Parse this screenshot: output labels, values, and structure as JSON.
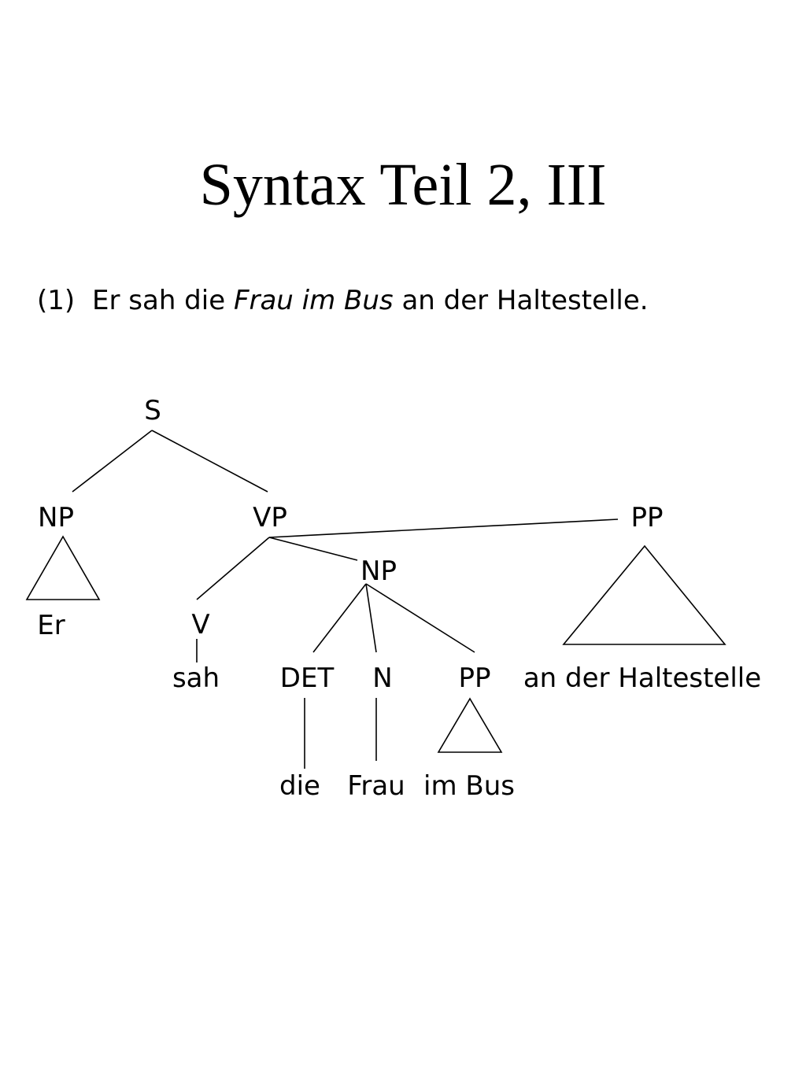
{
  "slide": {
    "title": "Syntax Teil 2, III"
  },
  "example": {
    "number": "(1)",
    "text_before": "Er sah die",
    "text_italic": "Frau im Bus",
    "text_after": "an der Haltestelle."
  },
  "tree": {
    "nodes": {
      "s": "S",
      "np_subject": "NP",
      "vp": "VP",
      "pp_attached": "PP",
      "np_object": "NP",
      "v": "V",
      "det": "DET",
      "n": "N",
      "pp_inner": "PP"
    },
    "terminals": {
      "er": "Er",
      "sah": "sah",
      "die": "die",
      "frau": "Frau",
      "im_bus": "im Bus",
      "an_der_haltestelle": "an der Haltestelle"
    }
  }
}
